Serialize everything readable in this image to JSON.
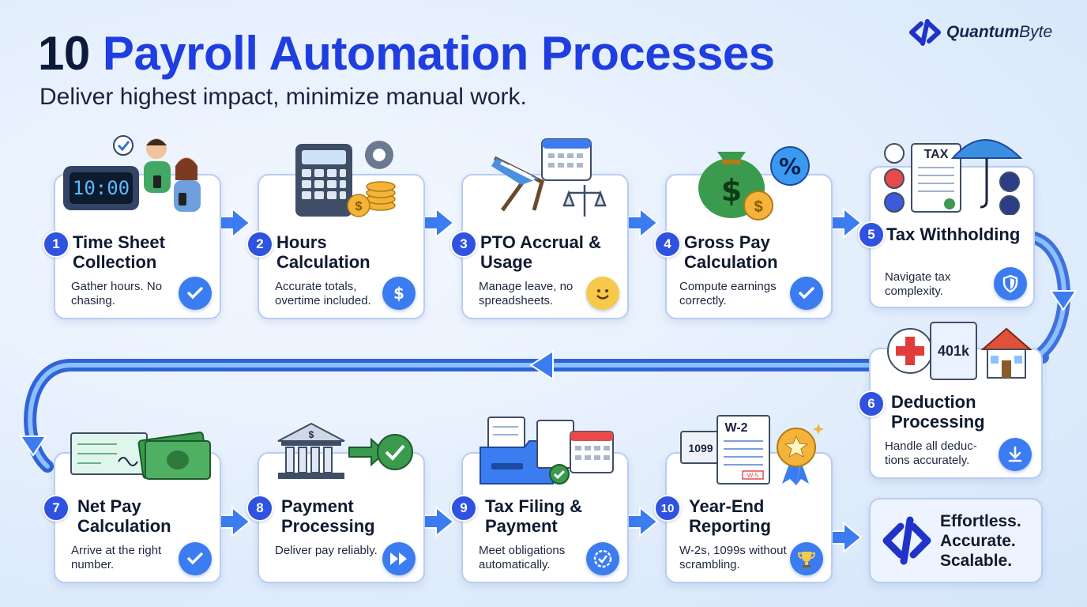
{
  "header": {
    "title_num": "10",
    "title_rest": "Payroll Automation Processes",
    "subtitle": "Deliver highest impact, minimize manual work."
  },
  "brand": {
    "name_bold": "Quantum",
    "name_light": "Byte"
  },
  "colors": {
    "accent": "#1f3ee0",
    "badge": "#2f52e0",
    "action": "#3b7cf0",
    "flow": "#3b7cf0"
  },
  "steps": [
    {
      "num": "1",
      "title": "Time Sheet Collection",
      "desc": "Gather hours. No chasing.",
      "action_icon": "checkmark-icon"
    },
    {
      "num": "2",
      "title": "Hours Calculation",
      "desc": "Accurate totals, overtime included.",
      "action_icon": "dollar-icon"
    },
    {
      "num": "3",
      "title": "PTO Accrual & Usage",
      "desc": "Manage leave, no spreadsheets.",
      "action_icon": "smiley-icon"
    },
    {
      "num": "4",
      "title": "Gross Pay Calculation",
      "desc": "Compute earnings correctly.",
      "action_icon": "checkmark-icon"
    },
    {
      "num": "5",
      "title": "Tax Withholding",
      "desc": "Navigate tax complexity.",
      "action_icon": "shield-icon"
    },
    {
      "num": "6",
      "title": "Deduction Processing",
      "desc": "Handle all deduc-tions accurately.",
      "action_icon": "download-icon"
    },
    {
      "num": "7",
      "title": "Net Pay Calculation",
      "desc": "Arrive at the right number.",
      "action_icon": "checkmark-icon"
    },
    {
      "num": "8",
      "title": "Payment Processing",
      "desc": "Deliver pay reliably.",
      "action_icon": "fast-forward-icon"
    },
    {
      "num": "9",
      "title": "Tax Filing & Payment",
      "desc": "Meet obligations automatically.",
      "action_icon": "verified-badge-icon"
    },
    {
      "num": "10",
      "title": "Year-End Reporting",
      "desc": "W-2s, 1099s without scrambling.",
      "action_icon": "trophy-icon"
    }
  ],
  "illustrations": {
    "clock": "10:00",
    "tax_form": "TAX",
    "retirement": "401k",
    "form_1099": "1099",
    "form_w2": "W-2",
    "stamp": "W-5"
  },
  "final": {
    "lines": [
      "Effortless.",
      "Accurate.",
      "Scalable."
    ]
  }
}
